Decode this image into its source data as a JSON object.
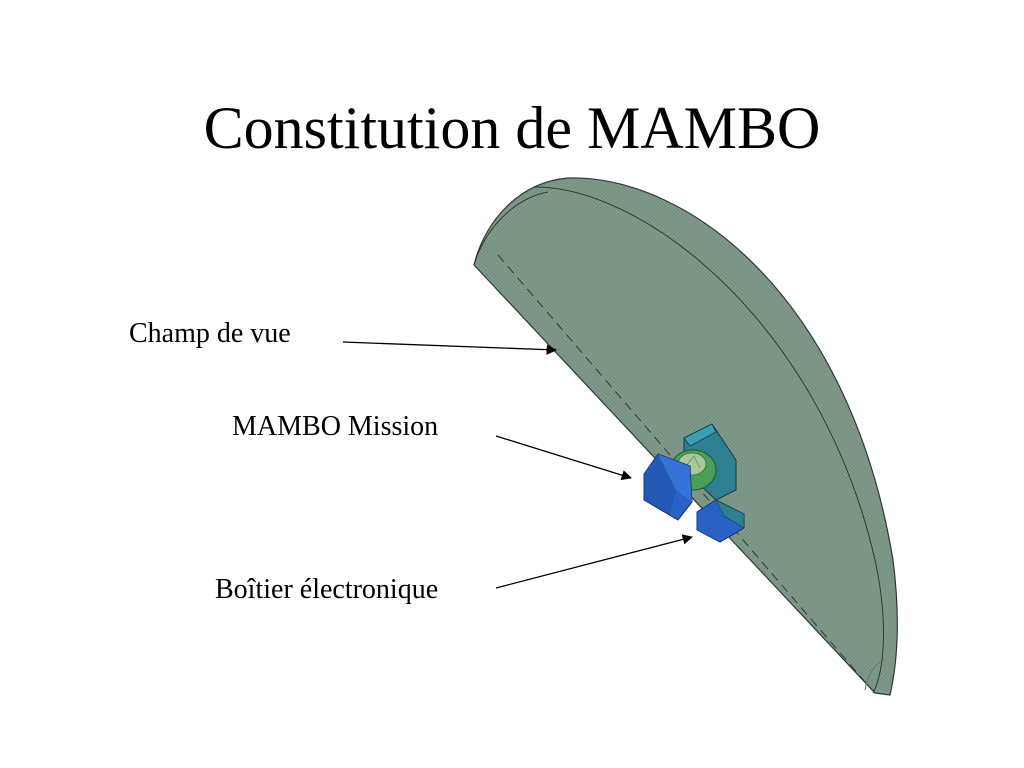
{
  "title": "Constitution de MAMBO",
  "labels": {
    "field_of_view": "Champ de vue",
    "mission": "MAMBO Mission",
    "electronics_box": "Boîtier électronique"
  },
  "colors": {
    "field_of_view_fill": "#7f9888",
    "instrument_blue": "#2a63c8",
    "instrument_green": "#3d8c56"
  }
}
